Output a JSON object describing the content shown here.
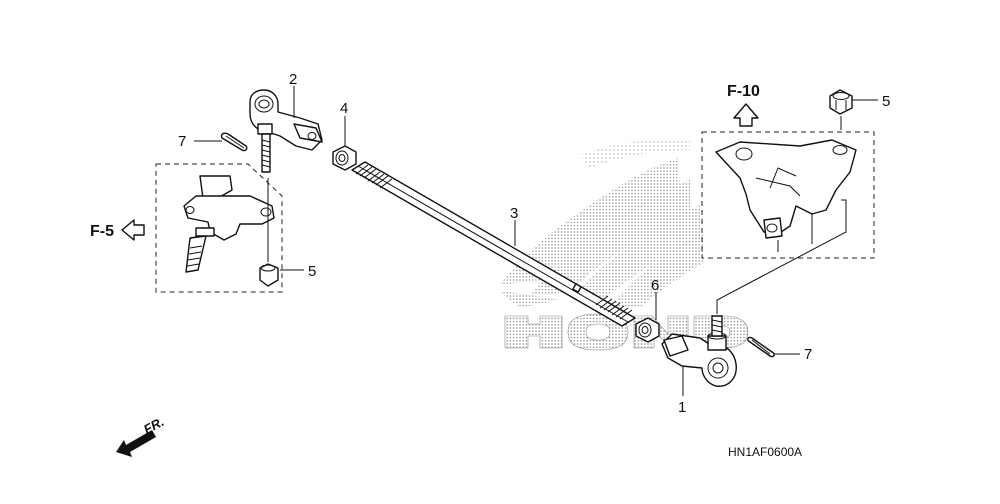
{
  "callouts": {
    "c1": "1",
    "c2": "2",
    "c3": "3",
    "c4": "4",
    "c5_top": "5",
    "c5_left": "5",
    "c6": "6",
    "c7_left": "7",
    "c7_right": "7"
  },
  "refs": {
    "f10": "F-10",
    "f5": "F-5",
    "fr": "FR."
  },
  "watermark": "HONDA",
  "diagram_code": "HN1AF0600A",
  "colors": {
    "line": "#111111",
    "watermark_dots": "#8a8a8a",
    "background": "#ffffff"
  }
}
